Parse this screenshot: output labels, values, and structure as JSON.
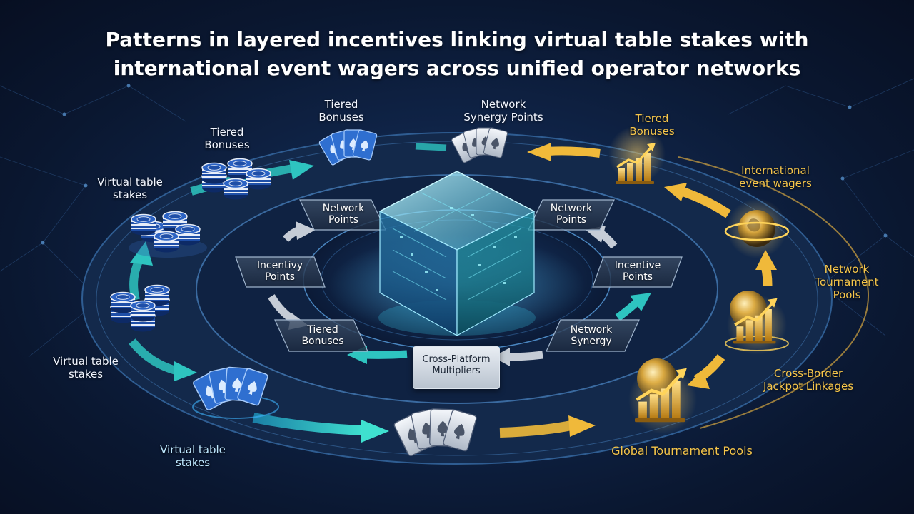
{
  "title": {
    "line1": "Patterns in layered incentives linking virtual table stakes with",
    "line2": "international event wagers across unified operator networks"
  },
  "outer_labels": {
    "tiered_bonuses_top": [
      "Tiered",
      "Bonuses"
    ],
    "network_synergy_points": [
      "Network",
      "Synergy Points"
    ],
    "tiered_bonuses_gold": [
      "Tiered",
      "Bonuses"
    ],
    "tiered_bonuses_left": [
      "Tiered",
      "Bonuses"
    ],
    "virtual_table_stakes_1": [
      "Virtual table",
      "stakes"
    ],
    "international_event_wagers": [
      "International",
      "event wagers"
    ],
    "network_tournament_pools": [
      "Network",
      "Tournament",
      "Pools"
    ],
    "virtual_table_stakes_2": [
      "Virtual table",
      "stakes"
    ],
    "cross_border_jackpot_linkages": [
      "Cross-Border",
      "Jackpot Linkages"
    ],
    "virtual_table_stakes_3": [
      "Virtual table",
      "stakes"
    ],
    "global_tournament_pools": "Global Tournament Pools"
  },
  "inner_panels": {
    "network_points_left": [
      "Network",
      "Points"
    ],
    "network_points_right": [
      "Network",
      "Points"
    ],
    "incentivy_points": [
      "Incentivy",
      "Points"
    ],
    "incentive_points": [
      "Incentive",
      "Points"
    ],
    "tiered_bonuses": [
      "Tiered",
      "Bonuses"
    ],
    "network_synergy": [
      "Network",
      "Synergy"
    ],
    "cross_platform_multipliers": [
      "Cross-Platform",
      "Multipliers"
    ]
  },
  "colors": {
    "teal": "#2ec4c0",
    "gold": "#f0b93a",
    "silver": "#c5ccd6",
    "chip_blue": "#1f4fa8",
    "cube_cyan": "#6fe6f0"
  },
  "icons": [
    "chip-stack-icon",
    "playing-cards-icon",
    "bar-chart-gold-icon",
    "globe-icon",
    "data-cube-icon"
  ]
}
